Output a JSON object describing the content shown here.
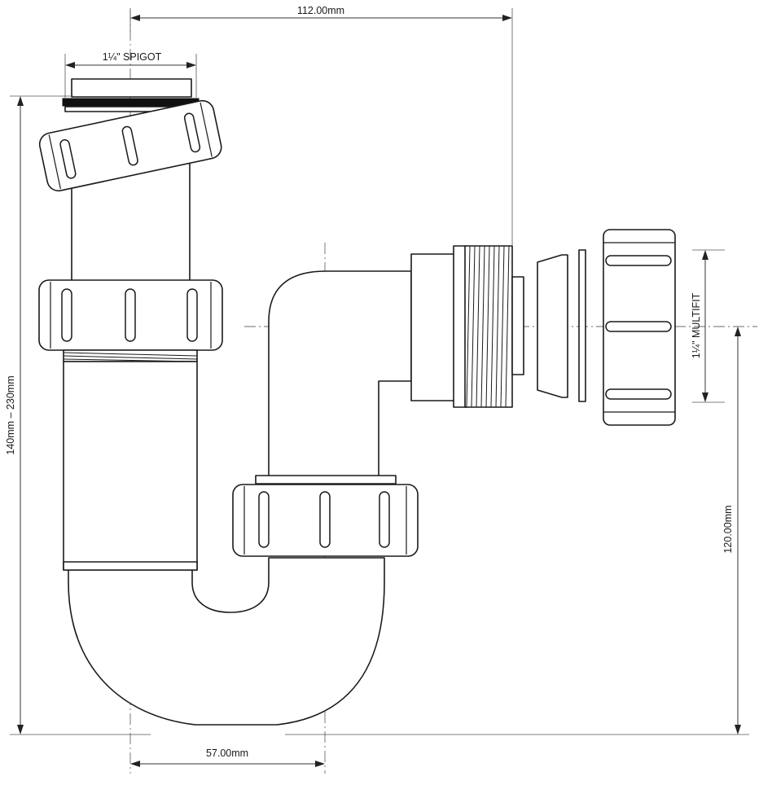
{
  "dimensions": {
    "top_width": "112.00mm",
    "spigot": "1¼\" SPIGOT",
    "height_range": "140mm – 230mm",
    "multifit": "1¼\" MULTIFIT",
    "outlet_height": "120.00mm",
    "bottom_width": "57.00mm"
  },
  "colors": {
    "line": "#1a1a1a",
    "centerline": "#6b6b6b",
    "seal": "#111111"
  }
}
